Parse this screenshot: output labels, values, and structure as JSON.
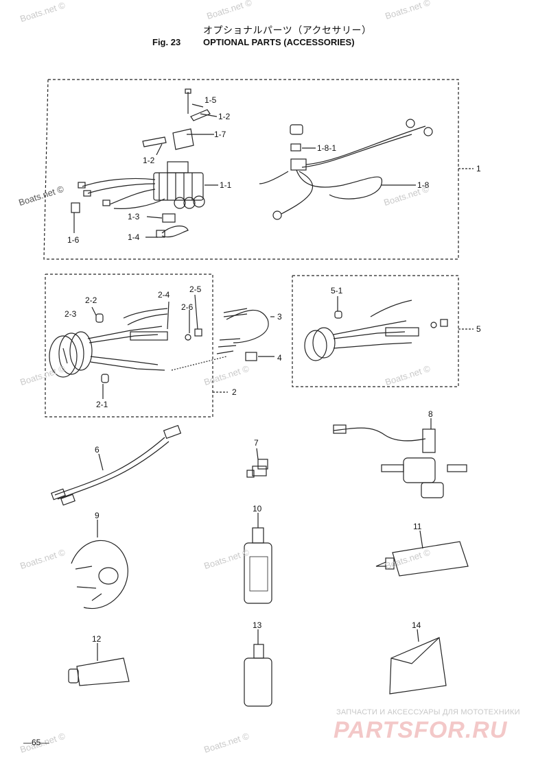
{
  "header": {
    "jp_title": "オプショナルパーツ（アクセサリー）",
    "fig_label": "Fig. 23",
    "title": "OPTIONAL PARTS (ACCESSORIES)"
  },
  "callouts": {
    "c1": "1",
    "c1_1": "1-1",
    "c1_2a": "1-2",
    "c1_2b": "1-2",
    "c1_3": "1-3",
    "c1_4": "1-4",
    "c1_5": "1-5",
    "c1_6": "1-6",
    "c1_7": "1-7",
    "c1_8": "1-8",
    "c1_8_1": "1-8-1",
    "c2": "2",
    "c2_1": "2-1",
    "c2_2": "2-2",
    "c2_3": "2-3",
    "c2_4": "2-4",
    "c2_5": "2-5",
    "c2_6": "2-6",
    "c3": "3",
    "c4": "4",
    "c5": "5",
    "c5_1": "5-1",
    "c6": "6",
    "c7": "7",
    "c8": "8",
    "c9": "9",
    "c10": "10",
    "c11": "11",
    "c12": "12",
    "c13": "13",
    "c14": "14"
  },
  "watermarks": {
    "boats": "Boats.net ©"
  },
  "footer": {
    "page_number": "—65—",
    "shop_tagline": "ЗАПЧАСТИ И АКСЕССУАРЫ ДЛЯ МОТОТЕХНИКИ",
    "shop_logo": "PARTSFOR.RU"
  }
}
